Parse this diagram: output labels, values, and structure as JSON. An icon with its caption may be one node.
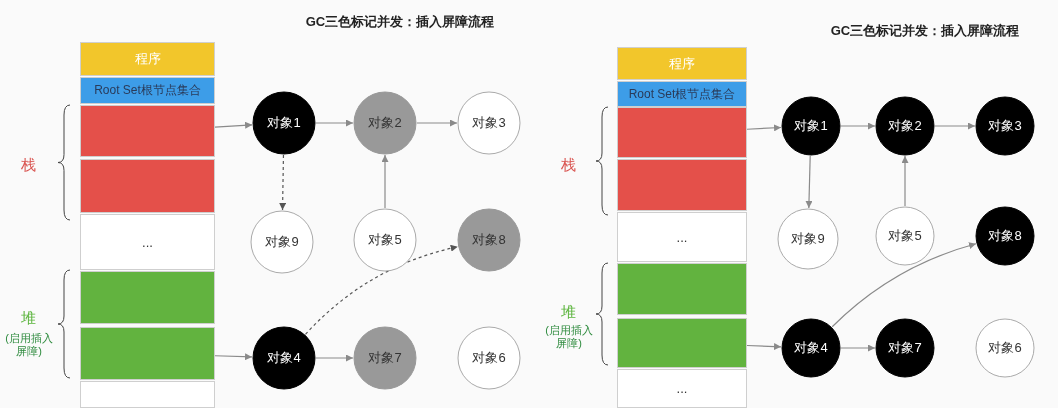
{
  "diagram": {
    "nodes": [
      {
        "text": [
          "程序"
        ]
      },
      {
        "text": [
          "Root Set根节点集合"
        ]
      },
      {
        "text": [],
        "shape": "box"
      },
      {
        "text": [],
        "shape": "box"
      },
      {
        "text": [
          "..."
        ]
      },
      {
        "text": [],
        "shape": "box"
      },
      {
        "text": [],
        "shape": "box"
      },
      {
        "text": [],
        "shape": "box"
      },
      {
        "text": [
          "对象1"
        ]
      },
      {
        "text": [
          "对象2"
        ]
      },
      {
        "text": [
          "对象3"
        ]
      },
      {
        "text": [
          "对象9"
        ]
      },
      {
        "text": [
          "对象5"
        ]
      },
      {
        "text": [
          "对象8"
        ]
      },
      {
        "text": [
          "对象4"
        ]
      },
      {
        "text": [
          "对象7"
        ]
      },
      {
        "text": [
          "对象6"
        ]
      },
      {
        "text": [
          "程序"
        ]
      },
      {
        "text": [
          "Root Set根节点集合"
        ]
      },
      {
        "text": [],
        "shape": "box"
      },
      {
        "text": [],
        "shape": "box"
      },
      {
        "text": [
          "..."
        ]
      },
      {
        "text": [],
        "shape": "box"
      },
      {
        "text": [],
        "shape": "box"
      },
      {
        "text": [
          "..."
        ]
      },
      {
        "text": [
          "对象1"
        ]
      },
      {
        "text": [
          "对象2"
        ]
      },
      {
        "text": [
          "对象3"
        ]
      },
      {
        "text": [
          "对象9"
        ]
      },
      {
        "text": [
          "对象5"
        ]
      },
      {
        "text": [
          "对象8"
        ]
      },
      {
        "text": [
          "对象4"
        ]
      },
      {
        "text": [
          "对象7"
        ]
      },
      {
        "text": [
          "对象6"
        ]
      }
    ],
    "edges": [
      {
        "from": 2,
        "to": 8,
        "arrow": "to"
      },
      {
        "from": 8,
        "to": 9,
        "arrow": "to"
      },
      {
        "from": 9,
        "to": 10,
        "arrow": "to"
      },
      {
        "from": 8,
        "to": 11,
        "arrow": "to",
        "style": "dashed"
      },
      {
        "from": 12,
        "to": 9,
        "arrow": "to"
      },
      {
        "from": 6,
        "to": 14,
        "arrow": "to"
      },
      {
        "from": 14,
        "to": 15,
        "arrow": "to"
      },
      {
        "from": 14,
        "to": 13,
        "arrow": "to",
        "style": "dashed"
      },
      {
        "from": 19,
        "to": 25,
        "arrow": "to"
      },
      {
        "from": 25,
        "to": 26,
        "arrow": "to"
      },
      {
        "from": 26,
        "to": 27,
        "arrow": "to"
      },
      {
        "from": 25,
        "to": 28,
        "arrow": "to"
      },
      {
        "from": 29,
        "to": 26,
        "arrow": "to"
      },
      {
        "from": 23,
        "to": 31,
        "arrow": "to"
      },
      {
        "from": 31,
        "to": 32,
        "arrow": "to"
      },
      {
        "from": 31,
        "to": 30,
        "arrow": "to"
      }
    ],
    "labels": [
      "GC三色标记并发：插入屏障流程",
      "栈",
      "堆",
      "(启用插入屏障)",
      "GC三色标记并发：插入屏障流程",
      "栈",
      "堆",
      "(启用插入屏障)"
    ]
  }
}
